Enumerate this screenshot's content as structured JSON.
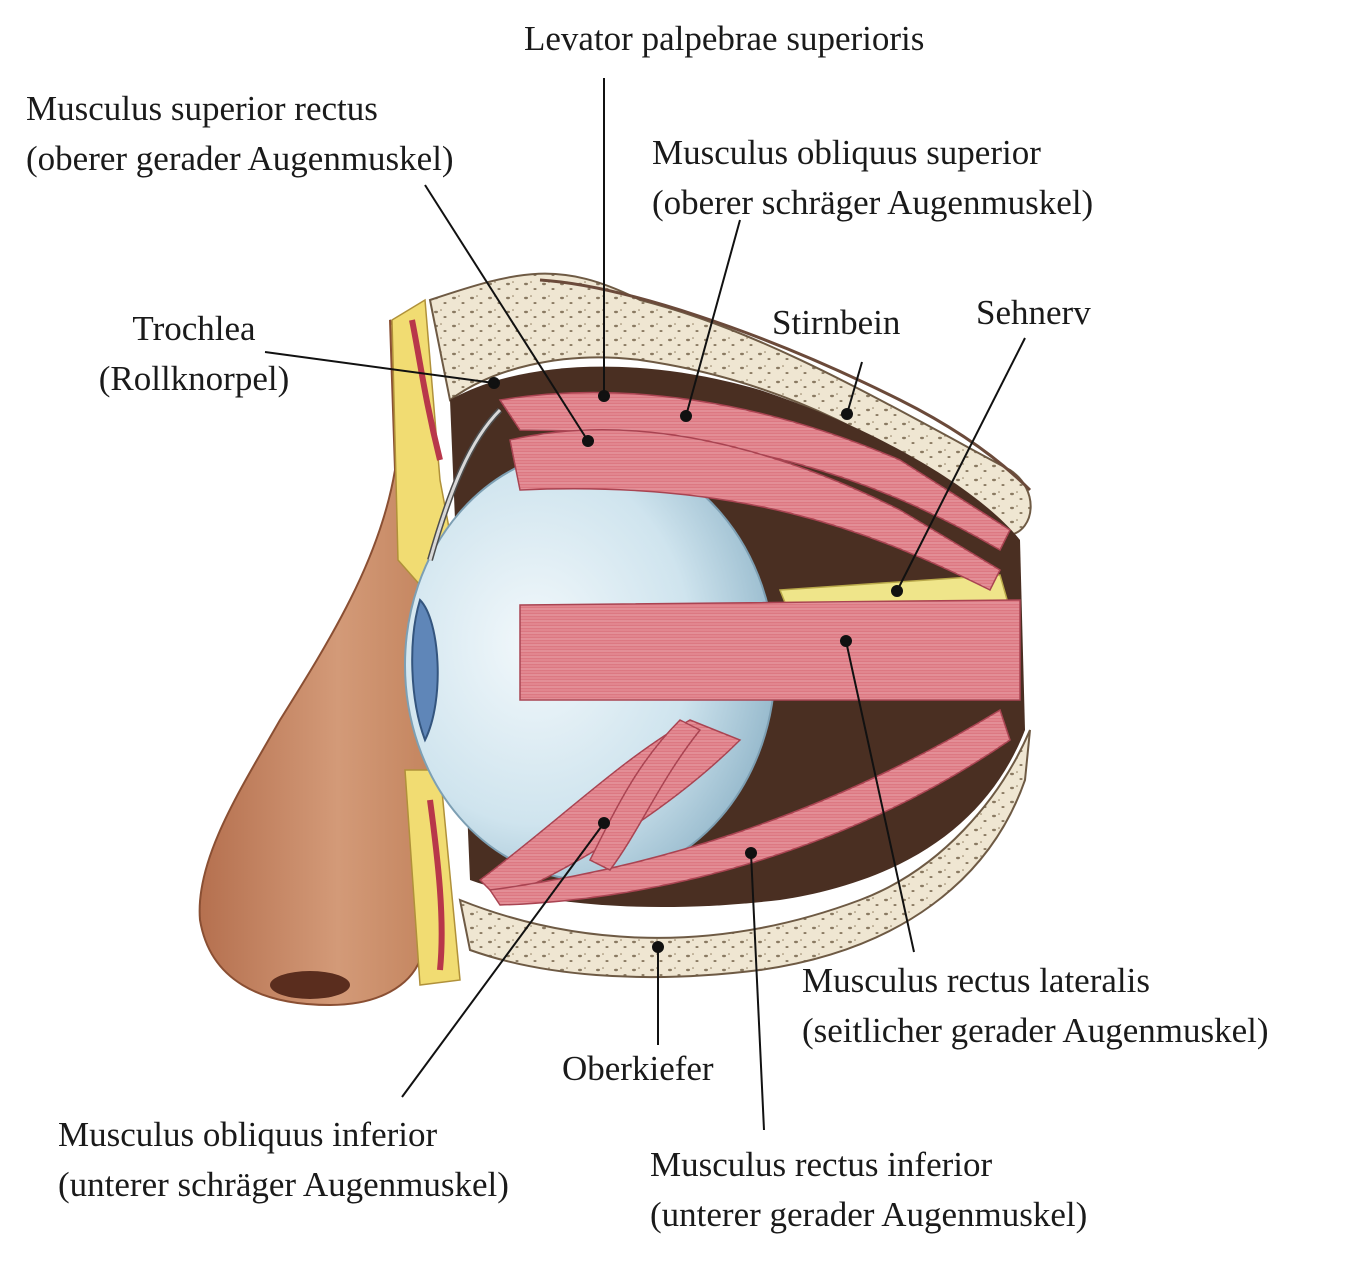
{
  "labels": {
    "levator": {
      "line1": "Levator palpebrae superioris"
    },
    "rectus_superior": {
      "line1": "Musculus superior rectus",
      "line2": "(oberer gerader Augenmuskel)"
    },
    "obliquus_superior": {
      "line1": "Musculus obliquus superior",
      "line2": "(oberer schräger Augenmuskel)"
    },
    "trochlea": {
      "line1": "Trochlea",
      "line2": "(Rollknorpel)"
    },
    "stirnbein": {
      "line1": "Stirnbein"
    },
    "sehnerv": {
      "line1": "Sehnerv"
    },
    "rectus_lateralis": {
      "line1": "Musculus rectus lateralis",
      "line2": "(seitlicher gerader Augenmuskel)"
    },
    "oberkiefer": {
      "line1": "Oberkiefer"
    },
    "obliquus_inferior": {
      "line1": "Musculus obliquus inferior",
      "line2": "(unterer schräger Augenmuskel)"
    },
    "rectus_inferior": {
      "line1": "Musculus rectus inferior",
      "line2": "(unterer gerader Augenmuskel)"
    }
  },
  "colors": {
    "skin": "#c98a6a",
    "skin_dark": "#9c5a3e",
    "bone": "#efe6d2",
    "bone_speckle": "#8a7a62",
    "orbit_dark": "#4a2f22",
    "sclera": "#cfe4ee",
    "iris": "#5f86b8",
    "muscle": "#d9737c",
    "muscle_dark": "#a94452",
    "nerve": "#efe58a",
    "fat": "#f1dc72",
    "leader": "#111111"
  }
}
